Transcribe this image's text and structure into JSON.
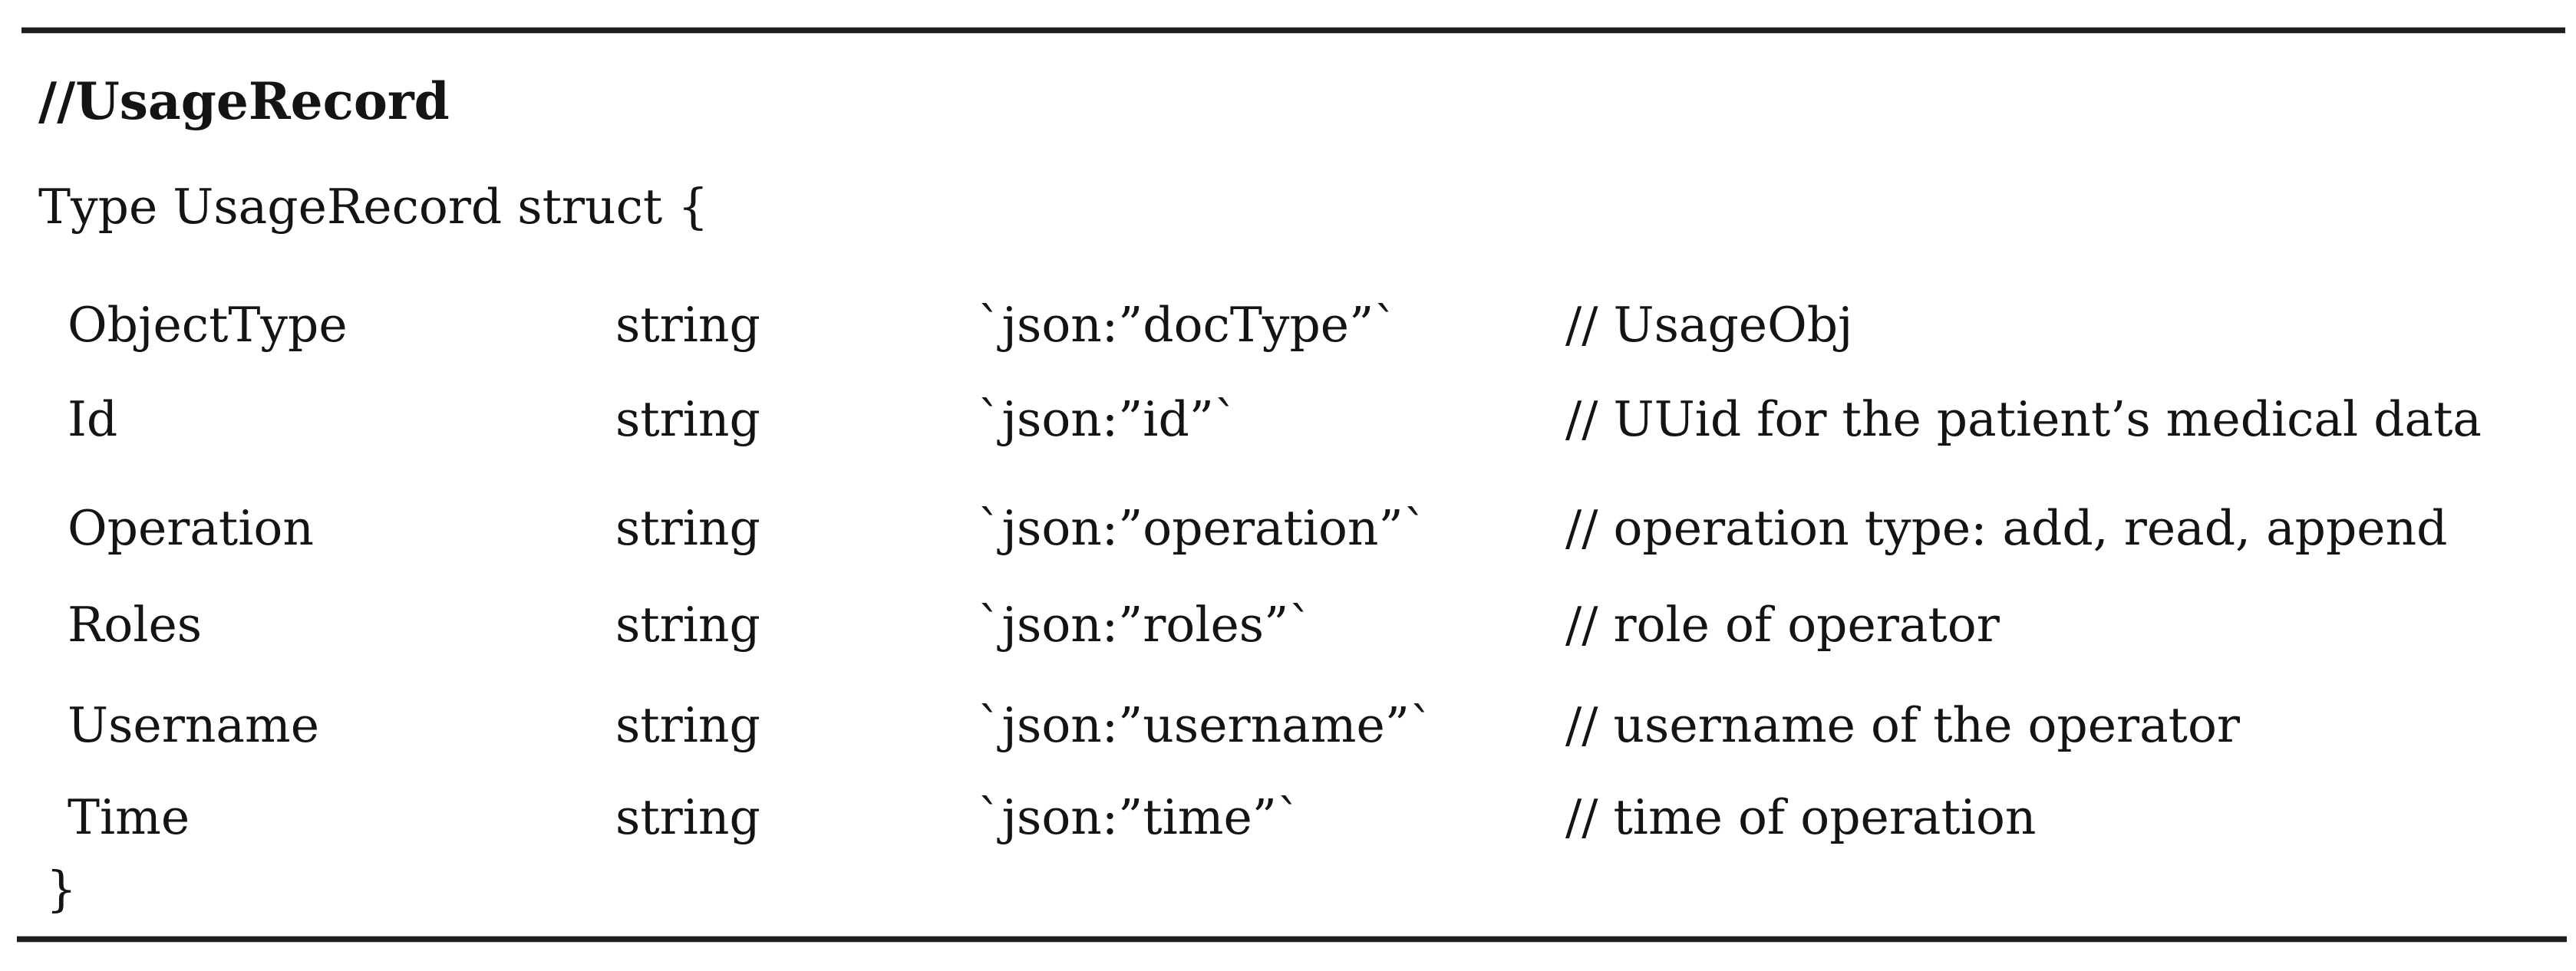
{
  "listing": {
    "header_comment": "//UsageRecord",
    "struct_open": "Type UsageRecord struct {",
    "struct_close": "}",
    "fields": [
      {
        "name": "ObjectType",
        "type": "string",
        "tag": "`json:”docType”`",
        "comment": "// UsageObj"
      },
      {
        "name": "Id",
        "type": "string",
        "tag": "`json:”id”`",
        "comment": "// UUid for the patient’s medical data"
      },
      {
        "name": "Operation",
        "type": "string",
        "tag": "`json:”operation”`",
        "comment": "// operation type: add, read, append"
      },
      {
        "name": "Roles",
        "type": "string",
        "tag": "`json:”roles”`",
        "comment": "// role of operator"
      },
      {
        "name": "Username",
        "type": "string",
        "tag": "`json:”username”`",
        "comment": "// username of the operator"
      },
      {
        "name": "Time",
        "type": "string",
        "tag": "`json:”time”`",
        "comment": "// time of operation"
      }
    ],
    "text_color": "#141414",
    "rule_color": "#1e1e1e"
  }
}
